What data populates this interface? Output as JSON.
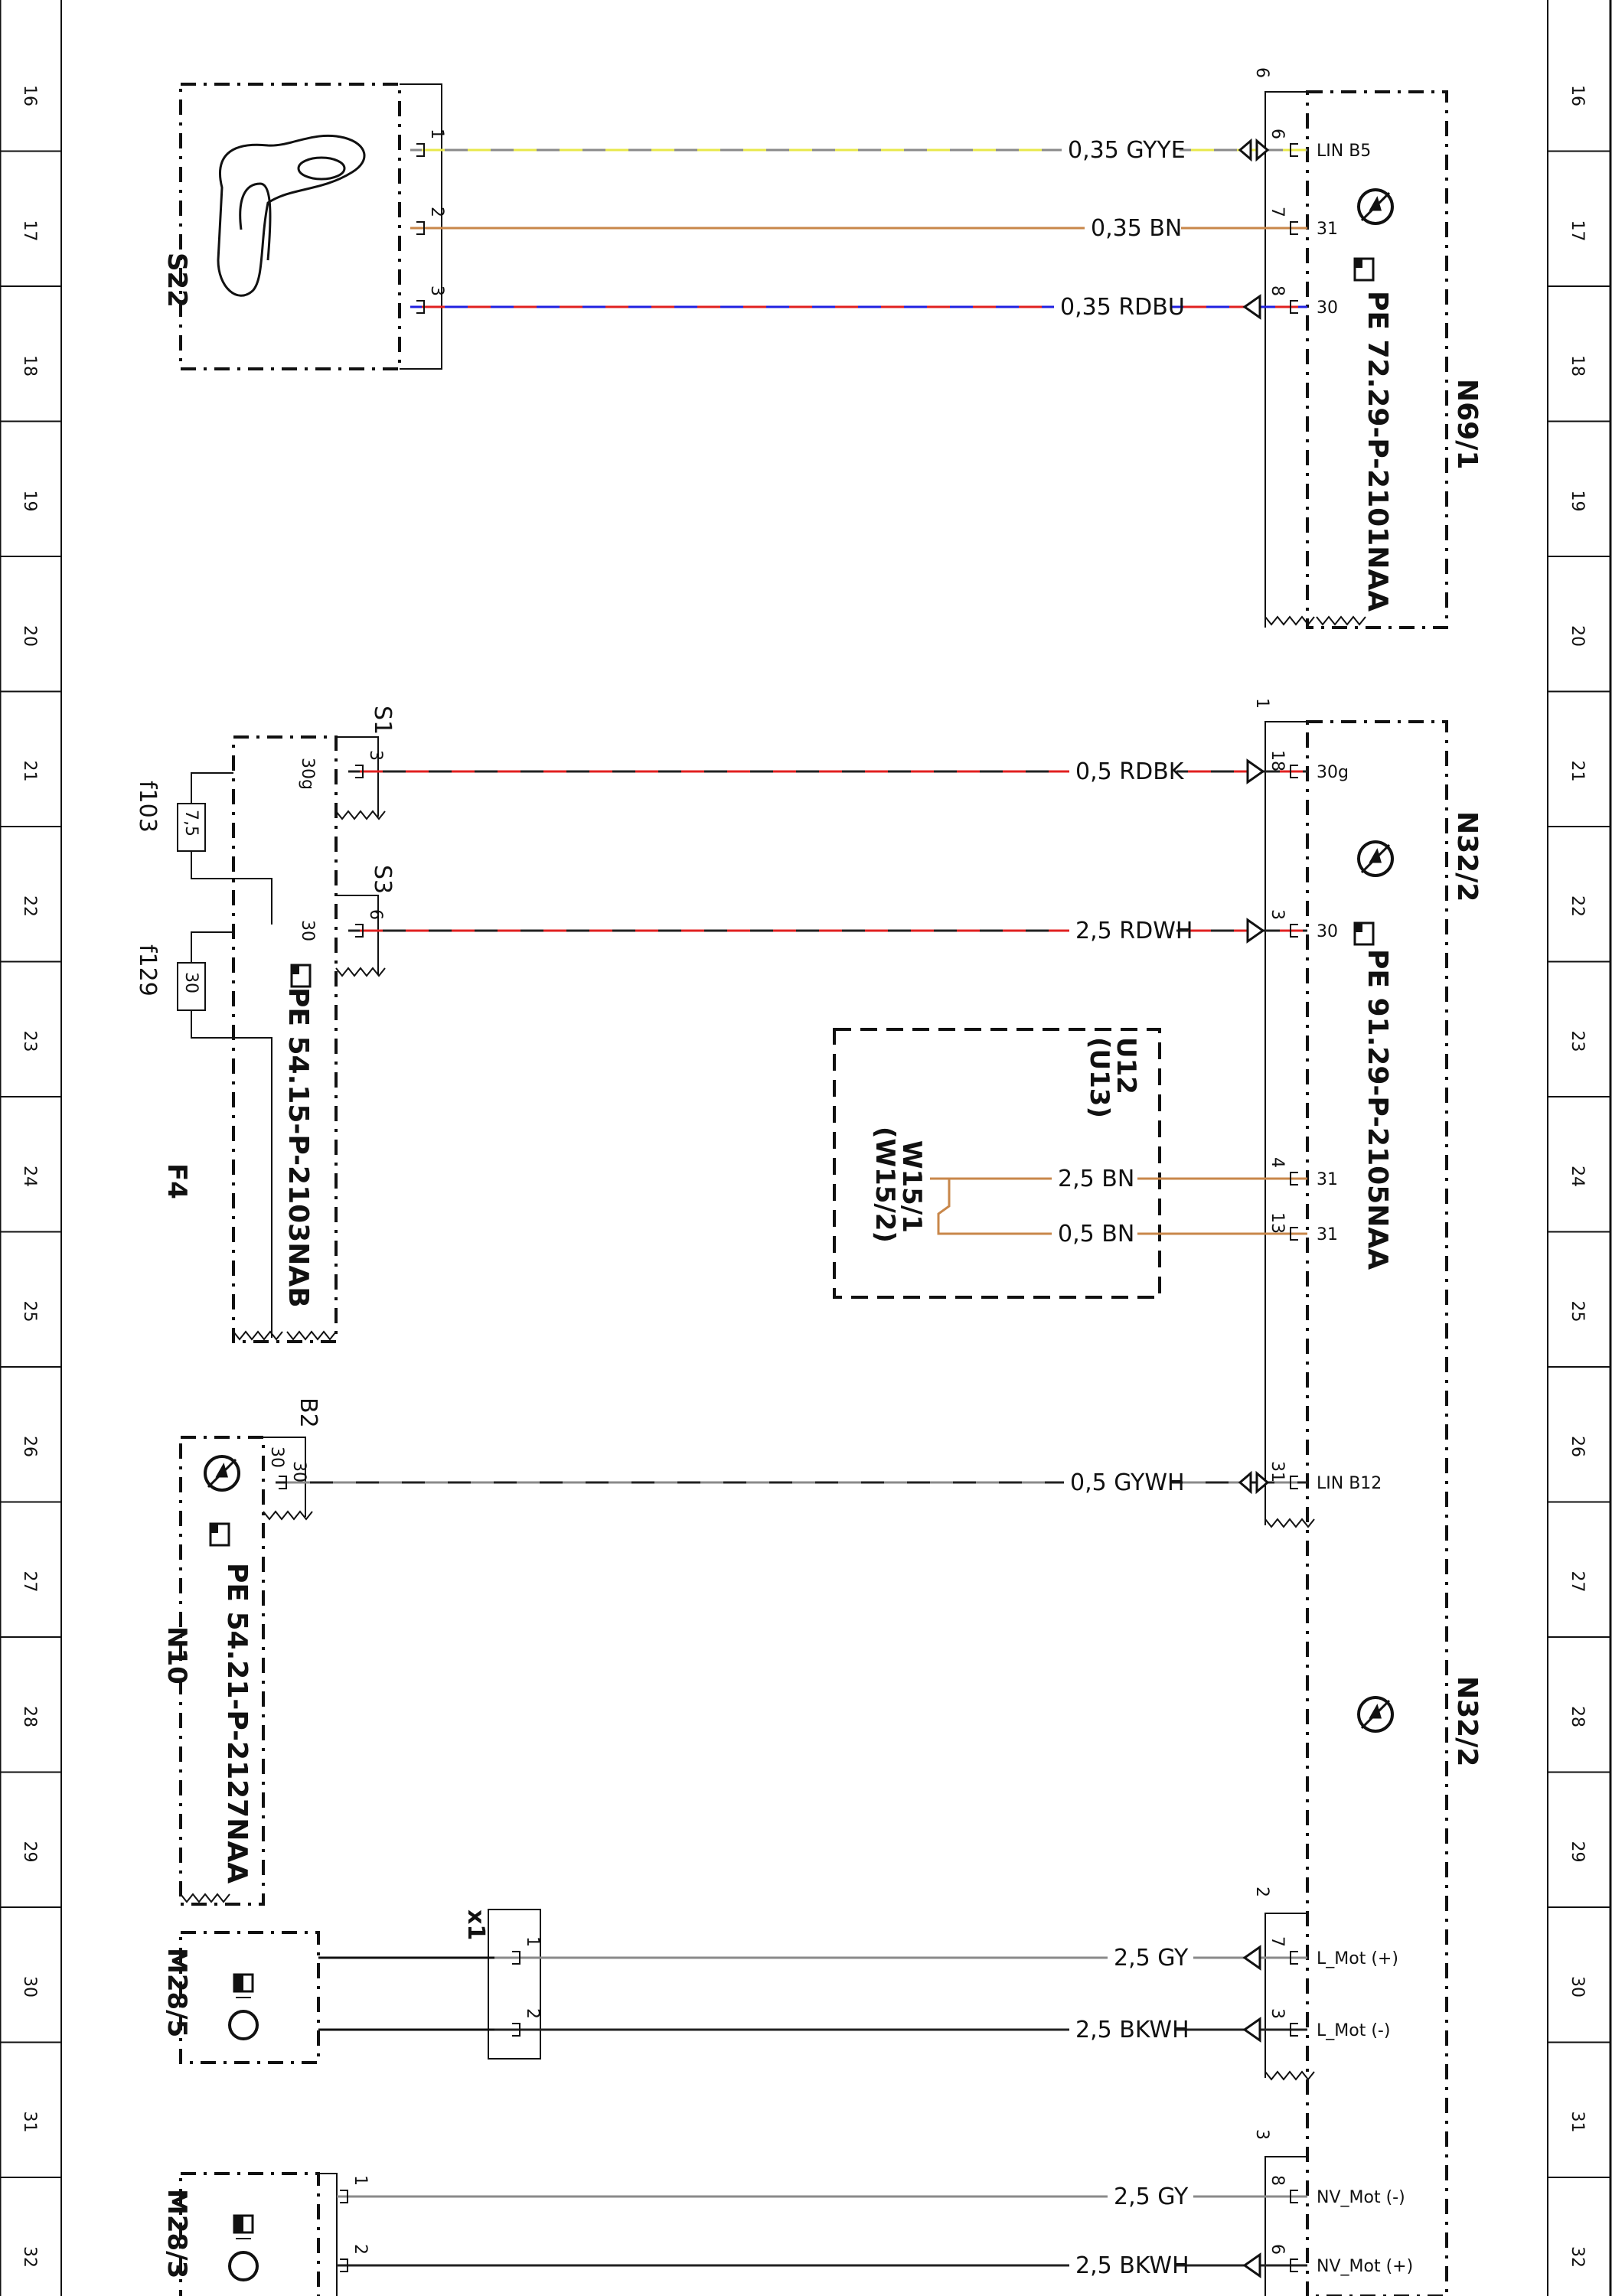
{
  "margin_rows": [
    "16",
    "17",
    "18",
    "19",
    "20",
    "21",
    "22",
    "23",
    "24",
    "25",
    "26",
    "27",
    "28",
    "29",
    "30",
    "31",
    "32"
  ],
  "components": {
    "s22": {
      "id": "S22"
    },
    "n69_1": {
      "id": "N69/1",
      "ref": "PE 72.29-P-2101NAA",
      "connector": "6"
    },
    "n32_2a": {
      "id": "N32/2",
      "ref": "PE 91.29-P-2105NAA",
      "connector": "1"
    },
    "n32_2b": {
      "id": "N32/2",
      "connector_2": "2",
      "connector_3": "3"
    },
    "f4": {
      "id": "F4",
      "ref": "PE 54.15-P-2103NAB",
      "terminal_30g": "30g",
      "terminal_30": "30",
      "s1": "S1",
      "s3": "S3"
    },
    "f103": {
      "id": "f103",
      "rating": "7,5"
    },
    "f129": {
      "id": "f129",
      "rating": "30"
    },
    "u12": {
      "id": "U12",
      "alt": "(U13)",
      "ground": "W15/1",
      "ground_alt": "(W15/2)"
    },
    "n10": {
      "id": "N10",
      "ref": "PE 54.21-P-2127NAA",
      "connector": "B2",
      "terminal": "30"
    },
    "x1": {
      "id": "x1"
    },
    "m28_5": {
      "id": "M28/5"
    },
    "m28_3": {
      "id": "M28/3"
    }
  },
  "wires": [
    {
      "from_pin": "1",
      "to_pin": "6",
      "label": "0,35 GYYE",
      "terminal": "LIN B5",
      "color": "#e8e84a",
      "color2": "#8a8a8a"
    },
    {
      "from_pin": "2",
      "to_pin": "7",
      "label": "0,35 BN",
      "terminal": "31",
      "color": "#c8874a"
    },
    {
      "from_pin": "3",
      "to_pin": "8",
      "label": "0,35 RDBU",
      "terminal": "30",
      "color": "#e02020",
      "color2": "#2020e0"
    },
    {
      "from_pin": "3",
      "to_pin": "18",
      "label": "0,5 RDBK",
      "terminal": "30g",
      "color": "#e02020",
      "color2": "#222222"
    },
    {
      "from_pin": "6",
      "to_pin": "3",
      "label": "2,5 RDWH",
      "terminal": "30",
      "color": "#e02020",
      "color2": "#222222"
    },
    {
      "to_pin": "4",
      "label": "2,5 BN",
      "terminal": "31",
      "color": "#c8874a"
    },
    {
      "to_pin": "13",
      "label": "0,5 BN",
      "terminal": "31",
      "color": "#c8874a"
    },
    {
      "from_pin": "30",
      "to_pin": "31",
      "label": "0,5 GYWH",
      "terminal": "LIN B12",
      "color": "#8a8a8a",
      "color2": "#222222"
    },
    {
      "from_pin": "1",
      "to_pin": "7",
      "label": "2,5 GY",
      "terminal": "L_Mot (+)",
      "color": "#8a8a8a"
    },
    {
      "from_pin": "2",
      "to_pin": "3",
      "label": "2,5 BKWH",
      "terminal": "L_Mot (-)",
      "color": "#222222"
    },
    {
      "from_pin": "1",
      "to_pin": "8",
      "label": "2,5 GY",
      "terminal": "NV_Mot (-)",
      "color": "#8a8a8a"
    },
    {
      "from_pin": "2",
      "to_pin": "6",
      "label": "2,5 BKWH",
      "terminal": "NV_Mot (+)",
      "color": "#222222"
    }
  ]
}
